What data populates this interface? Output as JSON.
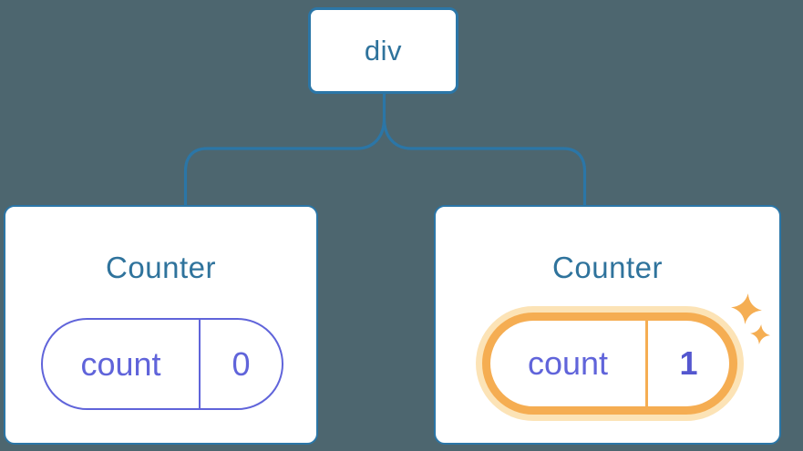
{
  "diagram": {
    "caption": "Component tree with a shared parent and two Counter children",
    "root": {
      "label": "div"
    },
    "cards": [
      {
        "title": "Counter",
        "state_key": "count",
        "state_value": "0",
        "highlighted": false
      },
      {
        "title": "Counter",
        "state_key": "count",
        "state_value": "1",
        "highlighted": true
      }
    ],
    "sparkles_meaning": "state-updated"
  },
  "colors": {
    "background": "#4d666f",
    "node_border_blue": "#2b76a7",
    "connector_blue": "#2b76a7",
    "title_blue": "#2f739c",
    "state_purple": "#6064da",
    "highlight_orange": "#f5ad52",
    "highlight_halo": "#fce3b6",
    "card_background": "#ffffff"
  }
}
